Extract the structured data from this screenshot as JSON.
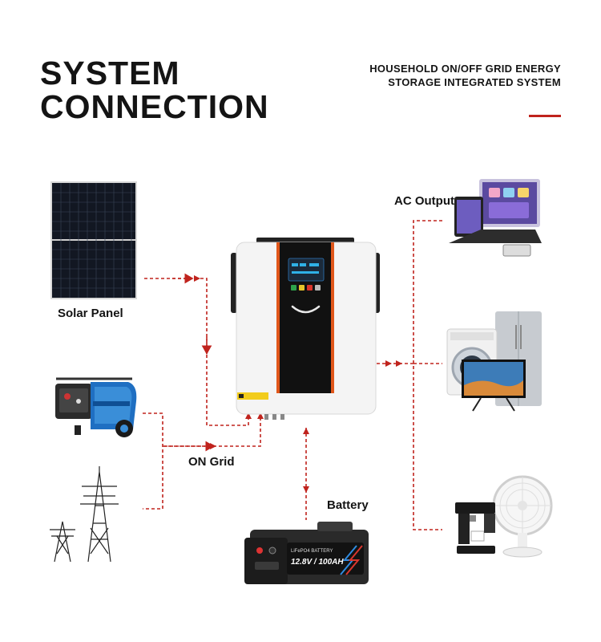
{
  "header": {
    "title_line1": "SYSTEM",
    "title_line2": "CONNECTION",
    "subtitle_line1": "HOUSEHOLD ON/OFF GRID ENERGY",
    "subtitle_line2": "STORAGE INTEGRATED SYSTEM",
    "accent_color": "#c0231d"
  },
  "labels": {
    "solar": "Solar Panel",
    "grid": "ON Grid",
    "battery": "Battery",
    "ac_output": "AC Output"
  },
  "battery_device": {
    "brand_text": "LiFePO4 BATTERY",
    "rating_text": "12.8V / 100AH"
  },
  "colors": {
    "connector": "#c0231d",
    "inverter_body": "#f4f4f4",
    "inverter_panel": "#111111",
    "inverter_trim": "#e0561a"
  }
}
